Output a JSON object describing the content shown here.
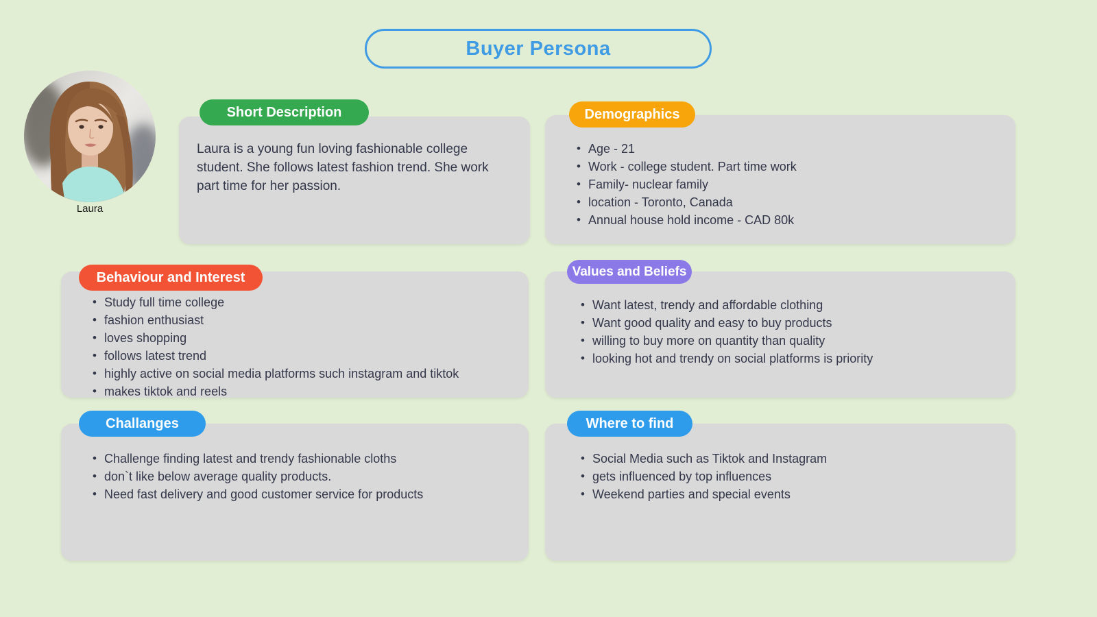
{
  "page": {
    "title": "Buyer Persona"
  },
  "persona": {
    "name": "Laura"
  },
  "colors": {
    "background": "#e2eed4",
    "card": "#d9d9d9",
    "title_blue": "#3f9be3",
    "text": "#33374a",
    "green": "#34a94f",
    "orange": "#f7a50a",
    "red": "#f15334",
    "purple": "#8c79e8",
    "blue": "#2e9ceb"
  },
  "sections": [
    {
      "id": "short-description",
      "label": "Short Description",
      "pill_color": "#34a94f",
      "type": "paragraph",
      "text": "Laura is a young fun loving fashionable college student. She follows latest fashion trend. She work part time for her passion."
    },
    {
      "id": "demographics",
      "label": "Demographics",
      "pill_color": "#f7a50a",
      "type": "bullets",
      "items": [
        "Age - 21",
        "Work - college student. Part time work",
        "Family- nuclear family",
        "location - Toronto, Canada",
        "Annual house hold income - CAD 80k"
      ]
    },
    {
      "id": "behaviour-and-interest",
      "label": "Behaviour and Interest",
      "pill_color": "#f15334",
      "type": "bullets",
      "items": [
        "Study full time college",
        "fashion enthusiast",
        "loves shopping",
        "follows latest trend",
        "highly active on social media platforms such instagram and tiktok",
        "makes tiktok and reels"
      ]
    },
    {
      "id": "values-and-beliefs",
      "label": "Values and Beliefs",
      "pill_color": "#8c79e8",
      "type": "bullets",
      "items": [
        "Want latest, trendy and affordable clothing",
        "Want good quality and easy to buy products",
        "willing to buy more on quantity than quality",
        "looking hot and trendy on social platforms is priority"
      ]
    },
    {
      "id": "challanges",
      "label": "Challanges",
      "pill_color": "#2e9ceb",
      "type": "bullets",
      "items": [
        "Challenge finding latest and trendy fashionable cloths",
        "don`t like below average quality products.",
        "Need fast delivery and good customer service for products"
      ]
    },
    {
      "id": "where-to-find",
      "label": "Where to find",
      "pill_color": "#2e9ceb",
      "type": "bullets",
      "items": [
        "Social Media such as Tiktok and Instagram",
        "gets influenced by top influences",
        "Weekend parties and special events"
      ]
    }
  ]
}
